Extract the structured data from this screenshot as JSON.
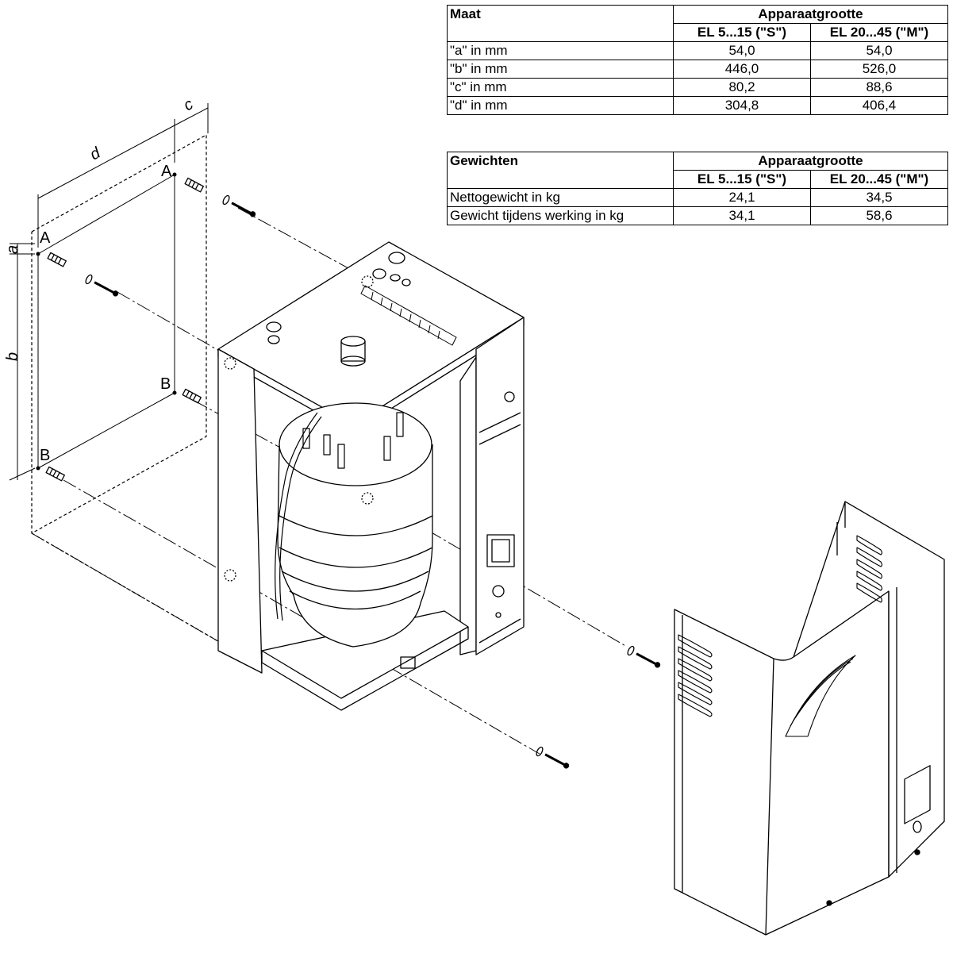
{
  "dims_table": {
    "col_label": "Maat",
    "group_header": "Apparaatgrootte",
    "sub_headers": [
      "EL 5...15 (\"S\")",
      "EL 20...45 (\"M\")"
    ],
    "rows": [
      {
        "label": "\"a\" in mm",
        "s": "54,0",
        "m": "54,0"
      },
      {
        "label": "\"b\" in mm",
        "s": "446,0",
        "m": "526,0"
      },
      {
        "label": "\"c\" in mm",
        "s": "80,2",
        "m": "88,6"
      },
      {
        "label": "\"d\" in mm",
        "s": "304,8",
        "m": "406,4"
      }
    ]
  },
  "weights_table": {
    "col_label": "Gewichten",
    "group_header": "Apparaatgrootte",
    "sub_headers": [
      "EL 5...15 (\"S\")",
      "EL 20...45 (\"M\")"
    ],
    "rows": [
      {
        "label": "Nettogewicht in kg",
        "s": "24,1",
        "m": "34,5"
      },
      {
        "label": "Gewicht tijdens werking in kg",
        "s": "34,1",
        "m": "58,6"
      }
    ]
  },
  "drawing_labels": {
    "dim_a": "a",
    "dim_b": "b",
    "dim_c": "c",
    "dim_d": "d",
    "point_a": "A",
    "point_b": "B"
  }
}
